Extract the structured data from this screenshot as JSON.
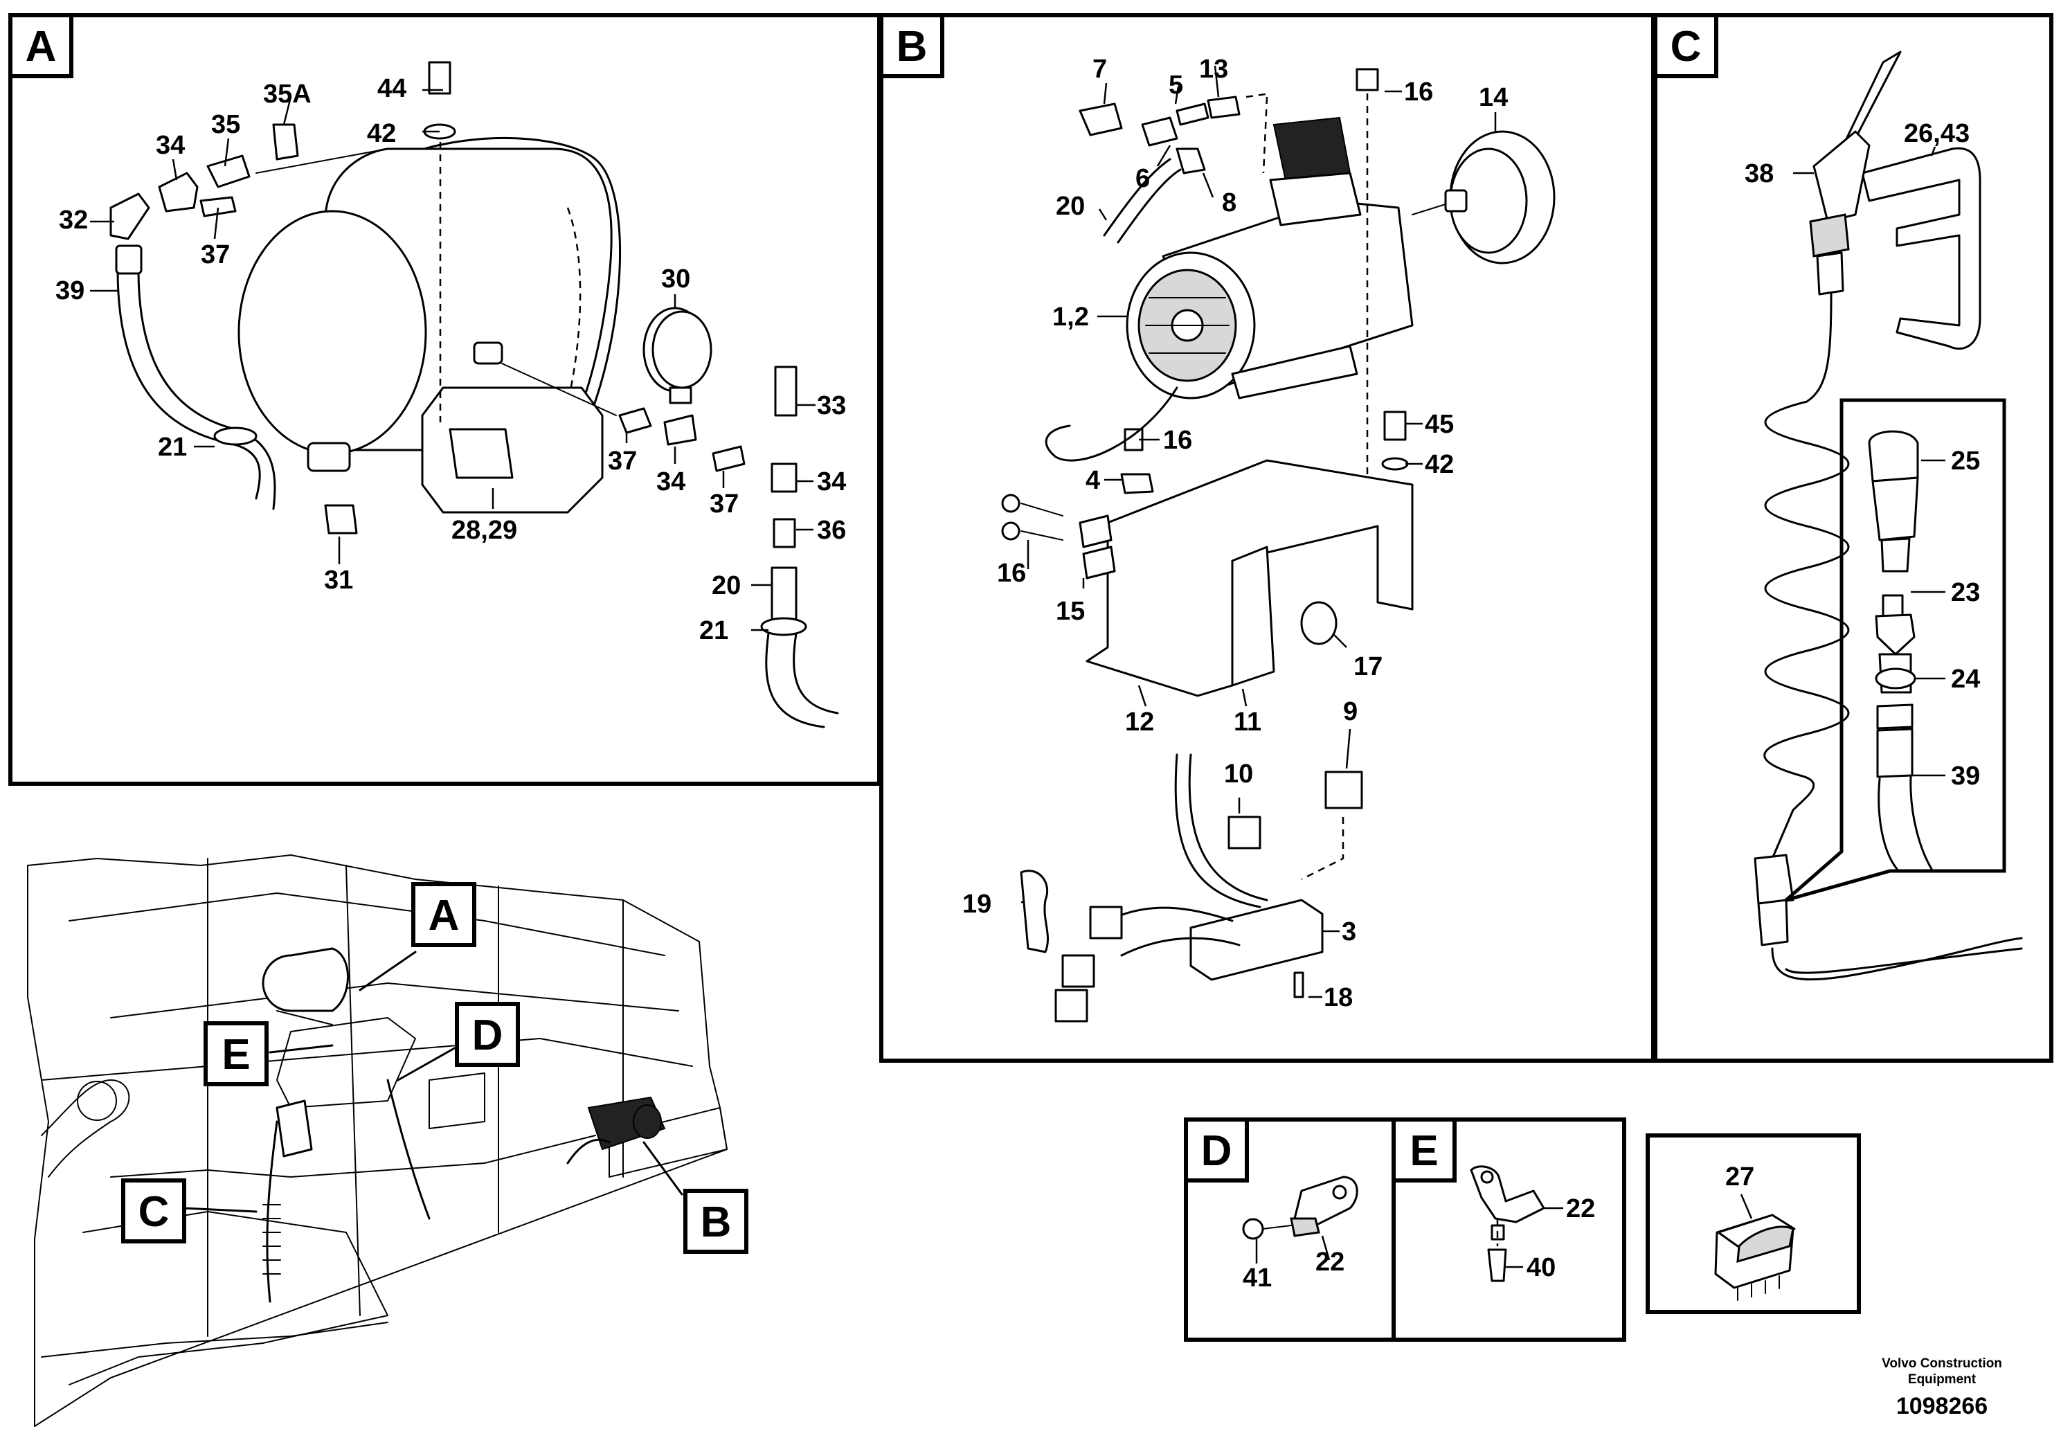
{
  "panels": {
    "A": {
      "tag": "A",
      "labels": {
        "l44": "44",
        "l42": "42",
        "l35A": "35A",
        "l35": "35",
        "l34a": "34",
        "l32": "32",
        "l37a": "37",
        "l39": "39",
        "l30": "30",
        "l21a": "21",
        "l33": "33",
        "l37b": "37",
        "l34b": "34",
        "l37c": "37",
        "l34c": "34",
        "l36": "36",
        "l28": "28,29",
        "l31": "31",
        "l20": "20",
        "l21b": "21"
      }
    },
    "B": {
      "tag": "B",
      "labels": {
        "l7": "7",
        "l13": "13",
        "l5": "5",
        "l16a": "16",
        "l14": "14",
        "l6": "6",
        "l8": "8",
        "l20": "20",
        "l12a": "1,2",
        "l16b": "16",
        "l45": "45",
        "l4": "4",
        "l42": "42",
        "l16c": "16",
        "l15": "15",
        "l17": "17",
        "l12": "12",
        "l11": "11",
        "l9": "9",
        "l10": "10",
        "l19": "19",
        "l3": "3",
        "l18": "18"
      }
    },
    "C": {
      "tag": "C",
      "labels": {
        "l2643": "26,43",
        "l38": "38",
        "l25": "25",
        "l23": "23",
        "l24": "24",
        "l39": "39"
      }
    },
    "D": {
      "tag": "D",
      "labels": {
        "l41": "41",
        "l22": "22"
      }
    },
    "E": {
      "tag": "E",
      "labels": {
        "l22": "22",
        "l40": "40"
      }
    },
    "F": {
      "labels": {
        "l27": "27"
      }
    }
  },
  "overview": {
    "callouts": {
      "A": "A",
      "B": "B",
      "C": "C",
      "D": "D",
      "E": "E"
    }
  },
  "footer": {
    "brand_line1": "Volvo Construction",
    "brand_line2": "Equipment",
    "doc_number": "1098266"
  }
}
